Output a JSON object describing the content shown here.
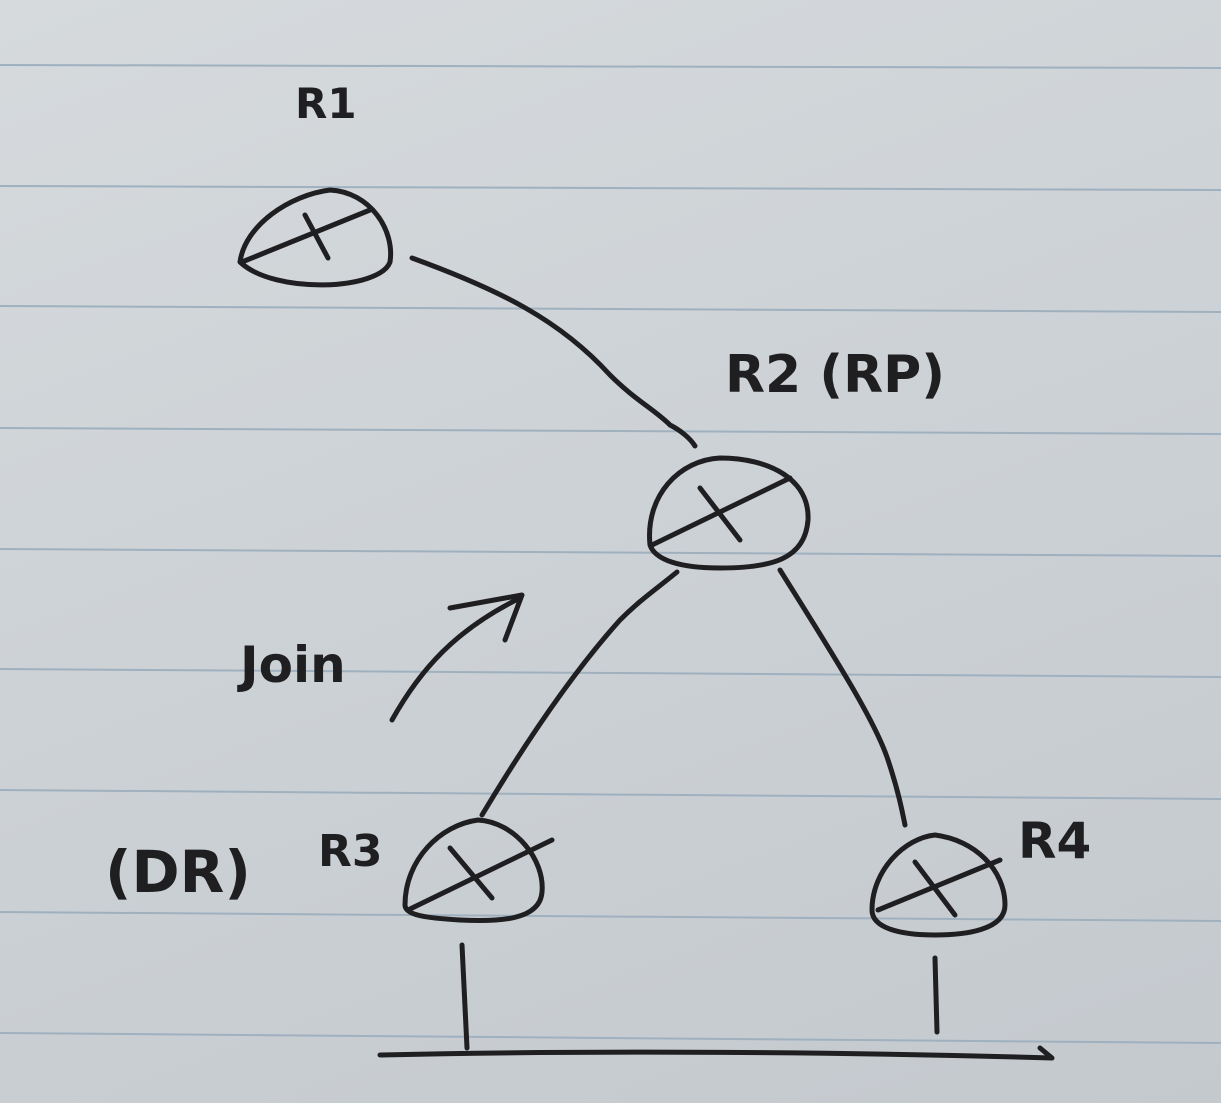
{
  "diagram": {
    "routers": [
      {
        "id": "r1",
        "label": "R1"
      },
      {
        "id": "r2",
        "label": "R2 (RP)"
      },
      {
        "id": "r3",
        "label": "R3",
        "prefix": "(DR)"
      },
      {
        "id": "r4",
        "label": "R4"
      }
    ],
    "links": [
      {
        "from": "R1",
        "to": "R2"
      },
      {
        "from": "R2",
        "to": "R3"
      },
      {
        "from": "R2",
        "to": "R4"
      }
    ],
    "annotation": {
      "text": "Join",
      "direction": "toward R2 (RP)"
    },
    "segment": {
      "attached": [
        "R3",
        "R4"
      ]
    },
    "colors": {
      "ink": "#1f1f22",
      "paper": "#cdd2d6",
      "rule_line": "#9fb0bf"
    }
  }
}
